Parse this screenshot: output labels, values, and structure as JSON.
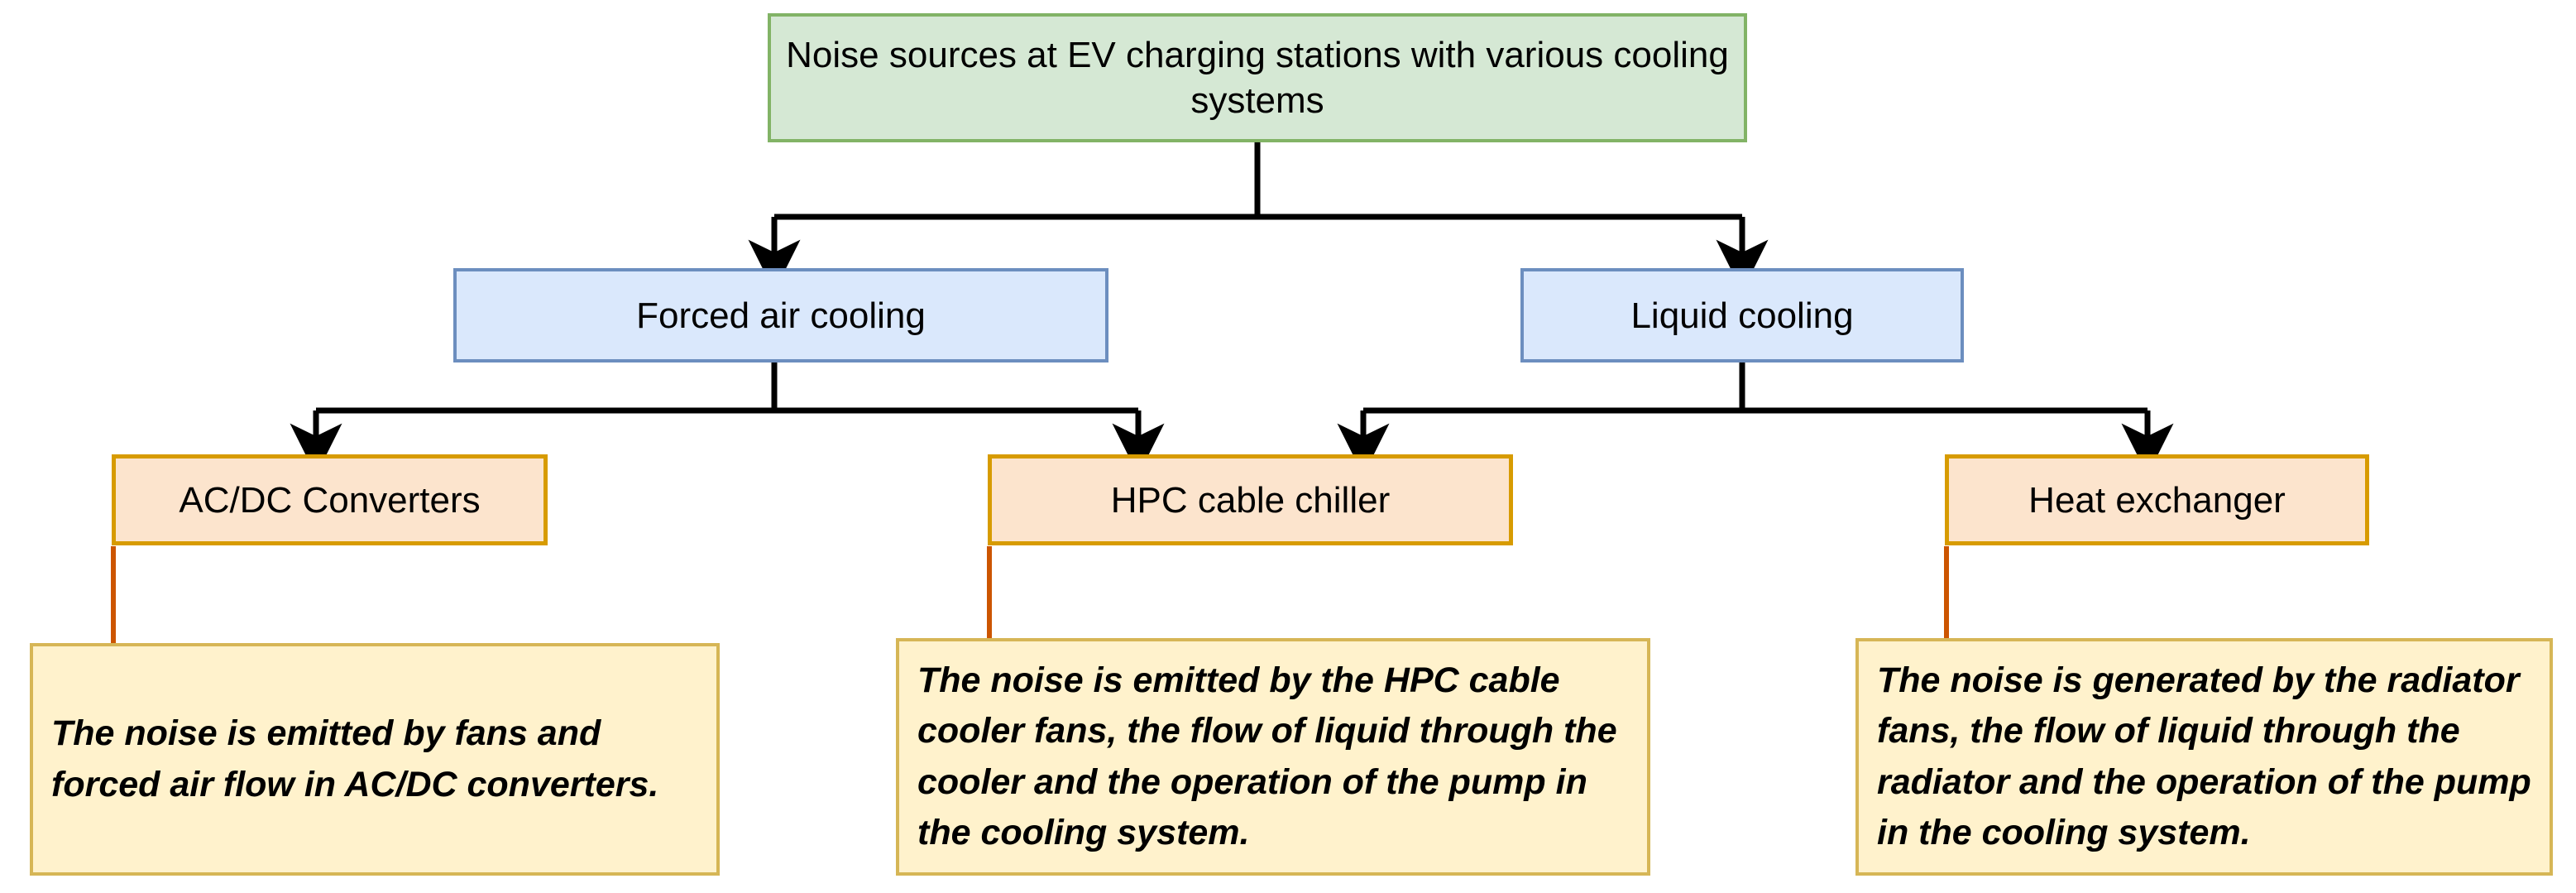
{
  "diagram": {
    "title": "Noise sources at EV charging stations with various cooling systems",
    "background": "#ffffff",
    "palette": {
      "root_fill": "#d5e8d4",
      "root_stroke": "#82b366",
      "branch_fill": "#dae8fc",
      "branch_stroke": "#6c8ebf",
      "leaf_fill": "#fce4cd",
      "leaf_stroke": "#d79b00",
      "note_fill": "#fff2cc",
      "note_stroke": "#d6b656",
      "edge_stroke": "#000000",
      "note_edge_stroke": "#cc5500"
    },
    "nodes": {
      "root": {
        "label": "Noise sources at EV charging stations with various cooling systems"
      },
      "branch_air": {
        "label": "Forced air cooling"
      },
      "branch_liquid": {
        "label": "Liquid cooling"
      },
      "leaf_converters": {
        "label": "AC/DC Converters"
      },
      "leaf_chiller": {
        "label": "HPC cable chiller"
      },
      "leaf_exchanger": {
        "label": "Heat exchanger"
      },
      "note_converters": {
        "label": "The noise is emitted by fans and forced air flow in AC/DC converters."
      },
      "note_chiller": {
        "label": "The noise is emitted by the HPC cable cooler fans, the flow of liquid through the cooler and the operation of the pump in the cooling system."
      },
      "note_exchanger": {
        "label": "The noise is generated by the radiator fans, the flow of liquid through the radiator and the operation of the pump in the cooling system."
      }
    },
    "edges": [
      {
        "from": "root",
        "to": "branch_air",
        "arrow": true
      },
      {
        "from": "root",
        "to": "branch_liquid",
        "arrow": true
      },
      {
        "from": "branch_air",
        "to": "leaf_converters",
        "arrow": true
      },
      {
        "from": "branch_air",
        "to": "leaf_chiller",
        "arrow": true
      },
      {
        "from": "branch_liquid",
        "to": "leaf_chiller",
        "arrow": true
      },
      {
        "from": "branch_liquid",
        "to": "leaf_exchanger",
        "arrow": true
      },
      {
        "from": "leaf_converters",
        "to": "note_converters",
        "arrow": false
      },
      {
        "from": "leaf_chiller",
        "to": "note_chiller",
        "arrow": false
      },
      {
        "from": "leaf_exchanger",
        "to": "note_exchanger",
        "arrow": false
      }
    ]
  }
}
